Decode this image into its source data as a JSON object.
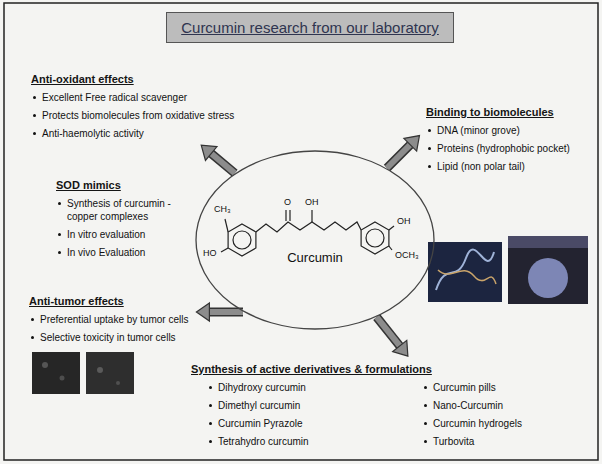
{
  "diagram": {
    "title": "Curcumin research from our laboratory",
    "nodes": [
      {
        "text": [
          "Curcumin"
        ]
      },
      {
        "text": [
          "Anti-oxidant effects",
          "Excellent Free radical scavenger",
          "Protects biomolecules from oxidative stress",
          "Anti-haemolytic activity"
        ]
      },
      {
        "text": [
          "Binding to biomolecules",
          "DNA (minor grove)",
          "Proteins (hydrophobic pocket)",
          "Lipid (non polar tail)"
        ]
      },
      {
        "text": [
          "SOD mimics",
          "Synthesis of curcumin -copper complexes",
          "In vitro evaluation",
          "In vivo Evaluation"
        ]
      },
      {
        "text": [
          "Anti-tumor effects",
          "Preferential uptake by tumor cells",
          "Selective toxicity in tumor cells"
        ]
      },
      {
        "text": [
          "Synthesis of active derivatives & formulations",
          "Dihydroxy curcumin",
          "Dimethyl curcumin",
          "Curcumin Pyrazole",
          "Tetrahydro curcumin",
          "Curcumin pills",
          "Nano-Curcumin",
          "Curcumin hydrogels",
          "Turbovita"
        ]
      }
    ],
    "edges": [
      {
        "from": 0,
        "to": 1,
        "arrow": "to"
      },
      {
        "from": 0,
        "to": 2,
        "arrow": "to"
      },
      {
        "from": 0,
        "to": 4,
        "arrow": "to"
      },
      {
        "from": 0,
        "to": 5,
        "arrow": "to"
      }
    ],
    "labels": [
      "CH₃",
      "HO",
      "O",
      "OH",
      "OH",
      "OCH₃"
    ]
  }
}
